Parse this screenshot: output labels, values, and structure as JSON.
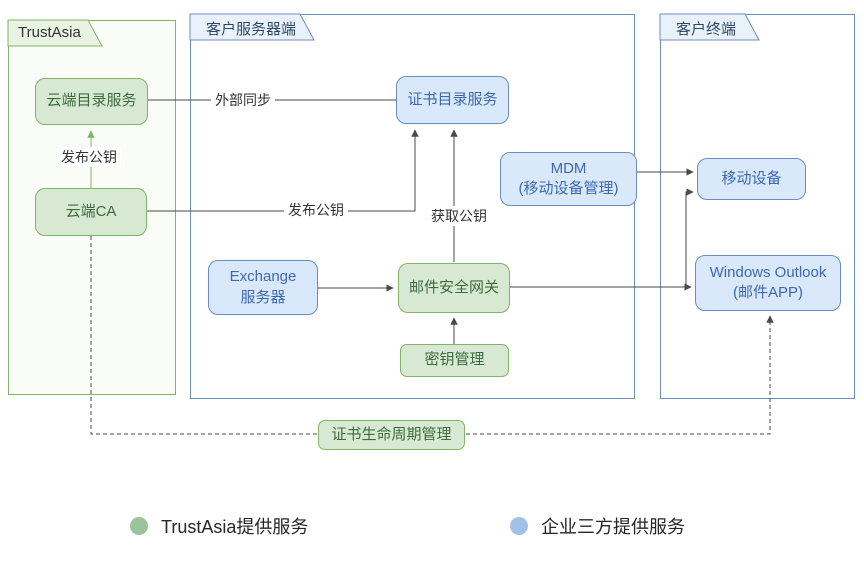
{
  "groups": {
    "trustasia": {
      "label": "TrustAsia"
    },
    "server_side": {
      "label": "客户服务器端"
    },
    "client_side": {
      "label": "客户终端"
    }
  },
  "nodes": {
    "cloud_directory": {
      "label": "云端目录服务",
      "provider": "TrustAsia"
    },
    "cloud_ca": {
      "label": "云端CA",
      "provider": "TrustAsia"
    },
    "cert_directory": {
      "label": "证书目录服务",
      "provider": "third-party"
    },
    "mdm": {
      "label": "MDM\n(移动设备管理)",
      "provider": "third-party"
    },
    "exchange": {
      "label": "Exchange\n服务器",
      "provider": "third-party"
    },
    "mail_gateway": {
      "label": "邮件安全网关",
      "provider": "TrustAsia"
    },
    "key_management": {
      "label": "密钥管理",
      "provider": "TrustAsia"
    },
    "mobile_device": {
      "label": "移动设备",
      "provider": "third-party"
    },
    "outlook": {
      "label": "Windows Outlook\n(邮件APP)",
      "provider": "third-party"
    },
    "lifecycle": {
      "label": "证书生命周期管理",
      "provider": "TrustAsia"
    }
  },
  "edge_labels": {
    "external_sync": "外部同步",
    "publish_key_vertical": "发布公钥",
    "publish_key_horizontal": "发布公钥",
    "fetch_key": "获取公钥"
  },
  "edges": [
    {
      "from": "云端目录服务",
      "to": "证书目录服务",
      "label": "外部同步",
      "style": "solid"
    },
    {
      "from": "云端CA",
      "to": "云端目录服务",
      "label": "发布公钥",
      "style": "solid-arrow"
    },
    {
      "from": "云端CA",
      "to": "证书目录服务",
      "label": "发布公钥",
      "style": "solid-arrow"
    },
    {
      "from": "邮件安全网关",
      "to": "证书目录服务",
      "label": "获取公钥",
      "style": "solid-arrow"
    },
    {
      "from": "Exchange服务器",
      "to": "邮件安全网关",
      "style": "solid-arrow"
    },
    {
      "from": "邮件安全网关",
      "to": "Windows Outlook(邮件APP)",
      "style": "solid-arrow"
    },
    {
      "from": "邮件安全网关",
      "to": "移动设备",
      "style": "solid-arrow"
    },
    {
      "from": "MDM(移动设备管理)",
      "to": "移动设备",
      "style": "solid-arrow"
    },
    {
      "from": "密钥管理",
      "to": "邮件安全网关",
      "style": "solid-arrow"
    },
    {
      "from": "云端CA",
      "to": "证书生命周期管理",
      "style": "dashed"
    },
    {
      "from": "证书生命周期管理",
      "to": "Windows Outlook(邮件APP)",
      "style": "dashed-arrow"
    }
  ],
  "legend": [
    {
      "label": "TrustAsia提供服务",
      "color": "#9CC39C"
    },
    {
      "label": "企业三方提供服务",
      "color": "#A2C1E6"
    }
  ],
  "colors": {
    "green_fill": "#d7e9d2",
    "green_stroke": "#82b366",
    "green_text": "#3e6b3e",
    "blue_fill": "#dae8fc",
    "blue_stroke": "#6c8ebf",
    "blue_text": "#3c69b0",
    "legend_green": "#9CC39C",
    "legend_blue": "#A2C1E6"
  }
}
